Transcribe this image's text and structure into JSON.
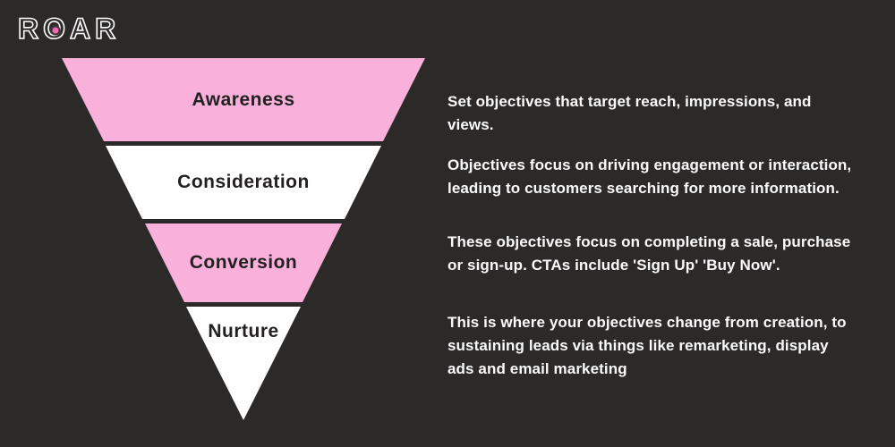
{
  "background_color": "#2c2929",
  "logo": {
    "letters": [
      "R",
      "O",
      "A",
      "R"
    ],
    "stroke_color": "#ffffff",
    "dot_color": "#f06ab5"
  },
  "funnel": {
    "tiers": [
      {
        "label": "Awareness",
        "color": "#f9b1dc"
      },
      {
        "label": "Consideration",
        "color": "#ffffff"
      },
      {
        "label": "Conversion",
        "color": "#f9b1dc"
      },
      {
        "label": "Nurture",
        "color": "#ffffff"
      }
    ]
  },
  "descriptions": [
    "Set objectives that target reach, impressions, and views.",
    "Objectives focus on driving engagement or interaction, leading to customers searching for more information.",
    "These objectives focus on completing a sale, purchase or sign-up. CTAs include 'Sign Up' 'Buy Now'.",
    "This is where your objectives change from creation, to sustaining leads via things like remarketing, display ads and email marketing"
  ]
}
